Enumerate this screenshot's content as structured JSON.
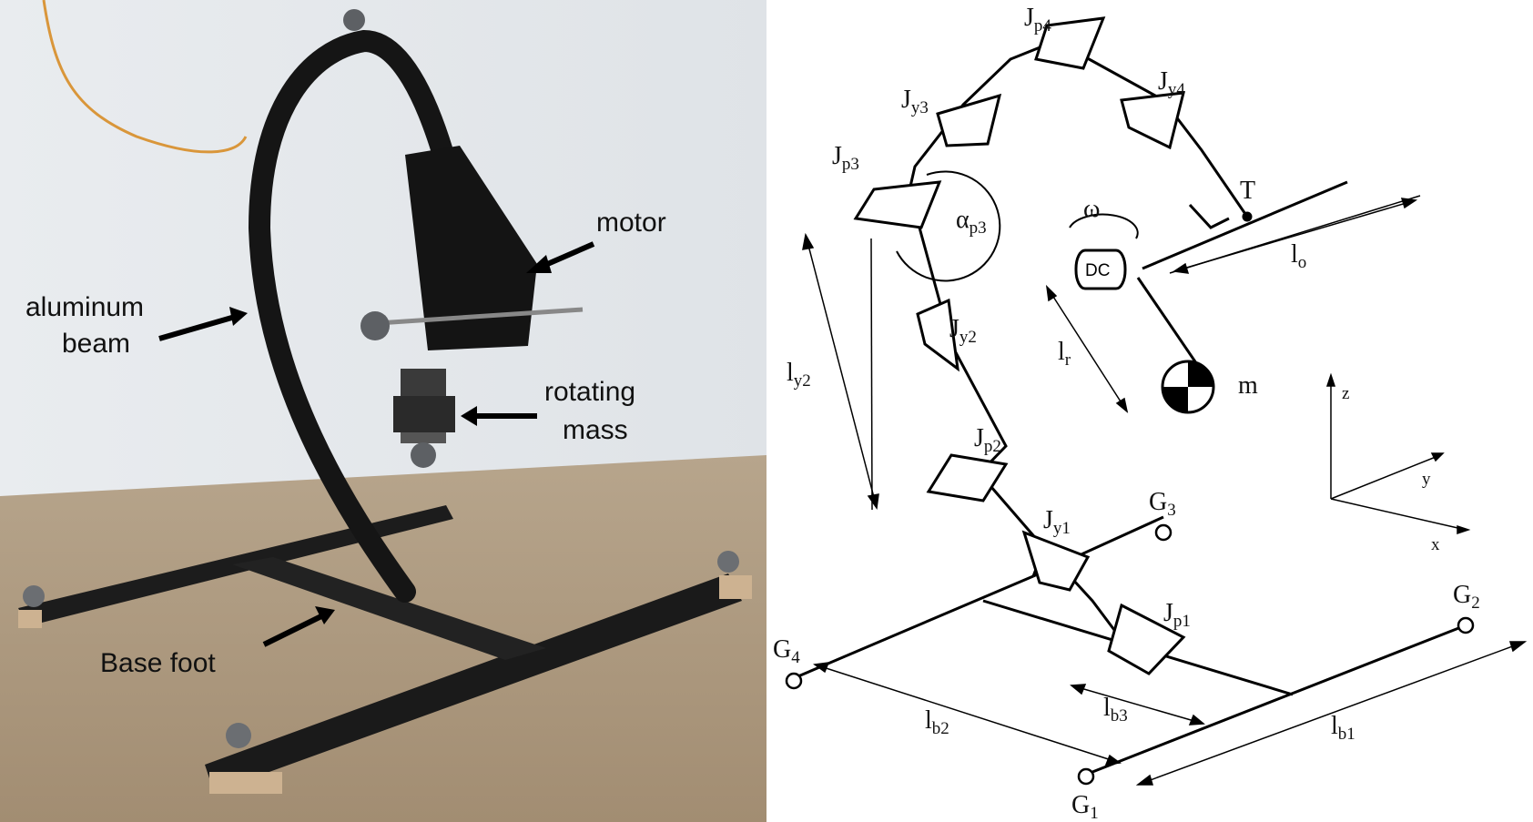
{
  "photo": {
    "labels": {
      "motor": "motor",
      "aluminum_1": "aluminum",
      "aluminum_2": "beam",
      "rotating_1": "rotating",
      "rotating_2": "mass",
      "base_foot": "Base foot"
    }
  },
  "diagram": {
    "joints": [
      {
        "id": "jp4",
        "main": "J",
        "sub": "p4"
      },
      {
        "id": "jy3",
        "main": "J",
        "sub": "y3"
      },
      {
        "id": "jy4",
        "main": "J",
        "sub": "y4"
      },
      {
        "id": "jp3",
        "main": "J",
        "sub": "p3"
      },
      {
        "id": "jy2",
        "main": "J",
        "sub": "y2"
      },
      {
        "id": "jp2",
        "main": "J",
        "sub": "p2"
      },
      {
        "id": "jy1",
        "main": "J",
        "sub": "y1"
      },
      {
        "id": "jp1",
        "main": "J",
        "sub": "p1"
      }
    ],
    "ground_points": [
      {
        "id": "g1",
        "main": "G",
        "sub": "1"
      },
      {
        "id": "g2",
        "main": "G",
        "sub": "2"
      },
      {
        "id": "g3",
        "main": "G",
        "sub": "3"
      },
      {
        "id": "g4",
        "main": "G",
        "sub": "4"
      }
    ],
    "dimensions": [
      {
        "id": "ly2",
        "main": "l",
        "sub": "y2"
      },
      {
        "id": "lo",
        "main": "l",
        "sub": "o"
      },
      {
        "id": "lr",
        "main": "l",
        "sub": "r"
      },
      {
        "id": "lb1",
        "main": "l",
        "sub": "b1"
      },
      {
        "id": "lb2",
        "main": "l",
        "sub": "b2"
      },
      {
        "id": "lb3",
        "main": "l",
        "sub": "b3"
      }
    ],
    "angle": {
      "main": "α",
      "sub": "p3"
    },
    "omega": "ω",
    "motor_label": "DC",
    "mass_label": "m",
    "tip_label": "T",
    "axes": {
      "x": "x",
      "y": "y",
      "z": "z"
    }
  }
}
